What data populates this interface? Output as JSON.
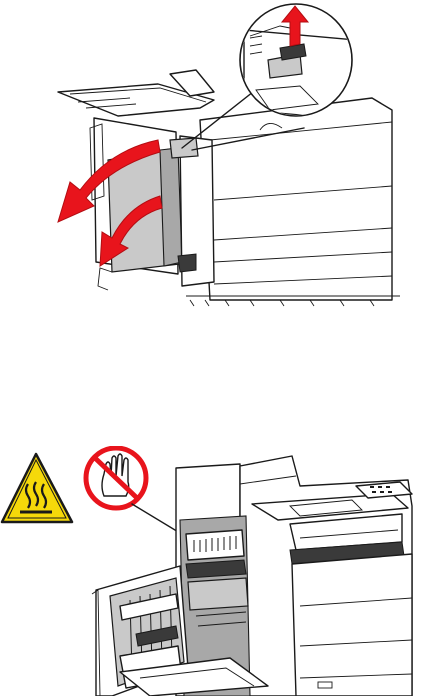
{
  "figures": [
    {
      "id": "open-left-door",
      "icons": [
        "curved-arrow-red",
        "curved-arrow-red",
        "lever-up-arrow-red",
        "magnifier-callout"
      ],
      "colors": {
        "arrow": "#e8141c",
        "panel": "#c9c9c9",
        "line": "#1a1a1a"
      }
    },
    {
      "id": "fuser-warning",
      "icons": [
        "hot-surface-warning-icon",
        "do-not-touch-icon"
      ],
      "colors": {
        "warning": "#f5d90a",
        "prohibition": "#e8141c",
        "line": "#1a1a1a"
      }
    }
  ]
}
